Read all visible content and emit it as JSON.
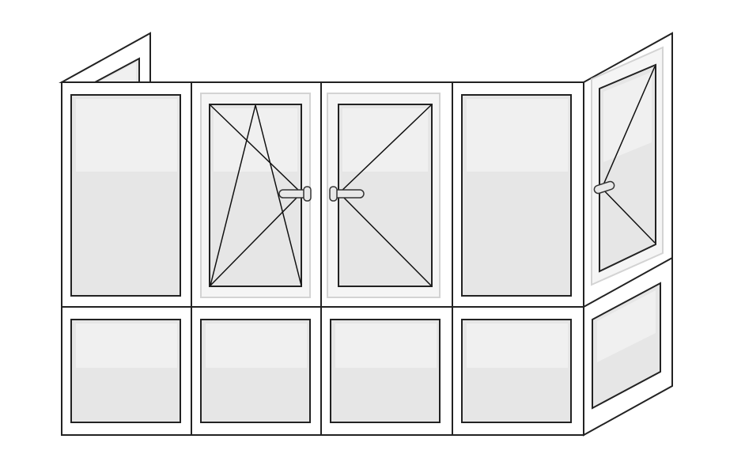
{
  "diagram": {
    "type": "balcony-window-layout",
    "panels": [
      {
        "id": "left-side-panel",
        "opening": "fixed"
      },
      {
        "id": "panel-1-top",
        "opening": "fixed"
      },
      {
        "id": "panel-2-top",
        "opening": "tilt-and-turn"
      },
      {
        "id": "panel-3-top",
        "opening": "turn"
      },
      {
        "id": "panel-4-top",
        "opening": "fixed"
      },
      {
        "id": "right-side-top",
        "opening": "turn"
      },
      {
        "id": "panel-1-bottom",
        "opening": "fixed"
      },
      {
        "id": "panel-2-bottom",
        "opening": "fixed"
      },
      {
        "id": "panel-3-bottom",
        "opening": "fixed"
      },
      {
        "id": "panel-4-bottom",
        "opening": "fixed"
      },
      {
        "id": "right-side-bottom",
        "opening": "fixed"
      }
    ],
    "colors": {
      "frame": "#222222",
      "glass": "#e6e6e6",
      "sash": "#f5f5f5",
      "background": "#ffffff"
    }
  }
}
